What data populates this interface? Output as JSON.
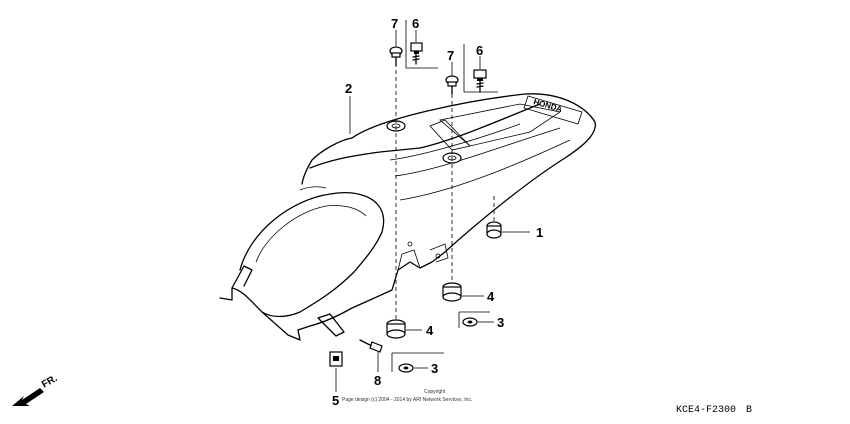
{
  "diagram": {
    "callouts": {
      "c1": "1",
      "c2": "2",
      "c3a": "3",
      "c3b": "3",
      "c4a": "4",
      "c4b": "4",
      "c5": "5",
      "c6a": "6",
      "c6b": "6",
      "c7a": "7",
      "c7b": "7",
      "c8": "8"
    },
    "fender_logo": "HONDA",
    "part_code": "KCE4-F2300",
    "revision": "B",
    "copyright_line1": "Copyright",
    "copyright_line2": "Page design (c) 2004 - 2014 by ARI Network Services, Inc.",
    "direction": "FR."
  }
}
